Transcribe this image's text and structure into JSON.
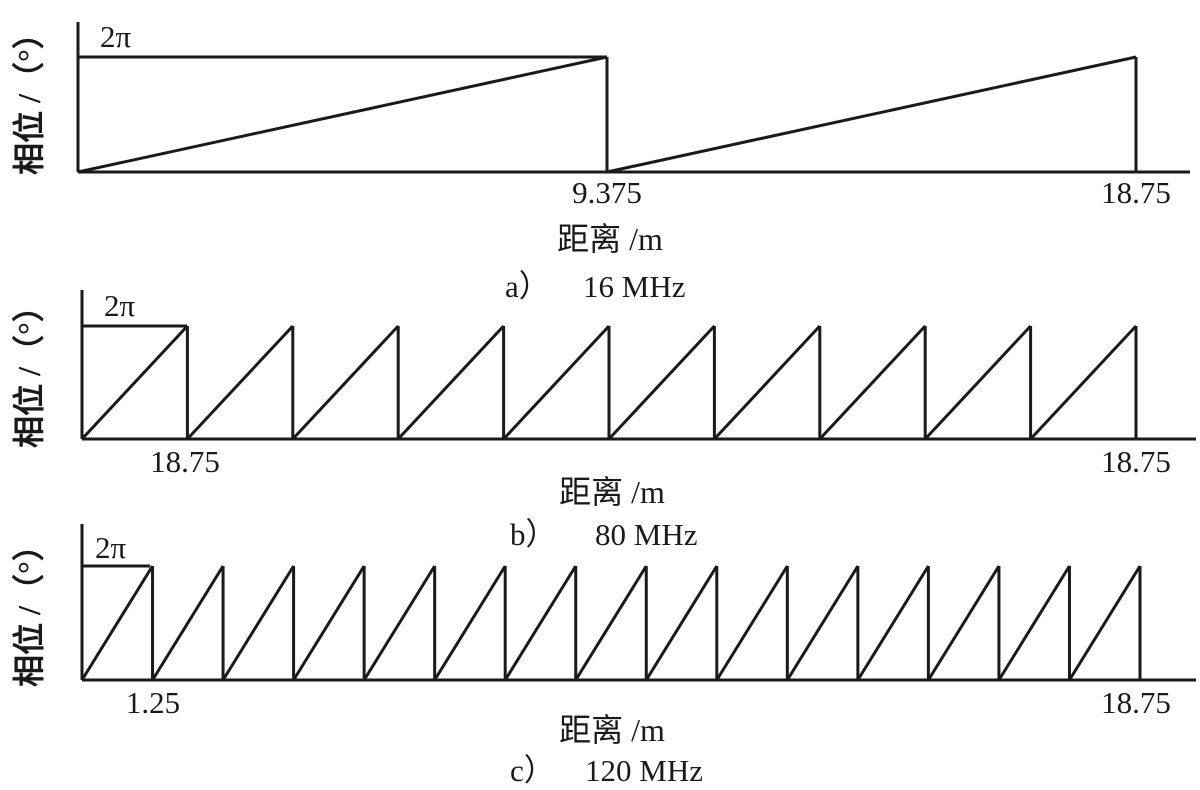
{
  "chart_data": [
    {
      "type": "line",
      "caption_label": "a）",
      "caption_freq": "16 MHz",
      "ylabel": "相位 /（°）",
      "xlabel": "距离 /m",
      "ymax_label": "2π",
      "x_start": 0,
      "x_end": 18.75,
      "period": 9.375,
      "period_count": 2,
      "tick_left": "9.375",
      "tick_right": "18.75",
      "series": [
        {
          "values_x": [
            0,
            9.375,
            9.375,
            18.75,
            18.75
          ],
          "values_y": [
            0,
            6.283,
            0,
            6.283,
            0
          ]
        }
      ]
    },
    {
      "type": "line",
      "caption_label": "b）",
      "caption_freq": "80 MHz",
      "ylabel": "相位 /（°）",
      "xlabel": "距离 /m",
      "ymax_label": "2π",
      "x_start": 0,
      "x_end": 18.75,
      "period": 1.875,
      "period_count": 10,
      "tick_left": "18.75",
      "tick_right": "18.75"
    },
    {
      "type": "line",
      "caption_label": "c）",
      "caption_freq": "120 MHz",
      "ylabel": "相位 /（°）",
      "xlabel": "距离 /m",
      "ymax_label": "2π",
      "x_start": 0,
      "x_end": 18.75,
      "period": 1.25,
      "period_count": 15,
      "tick_left": "1.25",
      "tick_right": "18.75"
    }
  ]
}
